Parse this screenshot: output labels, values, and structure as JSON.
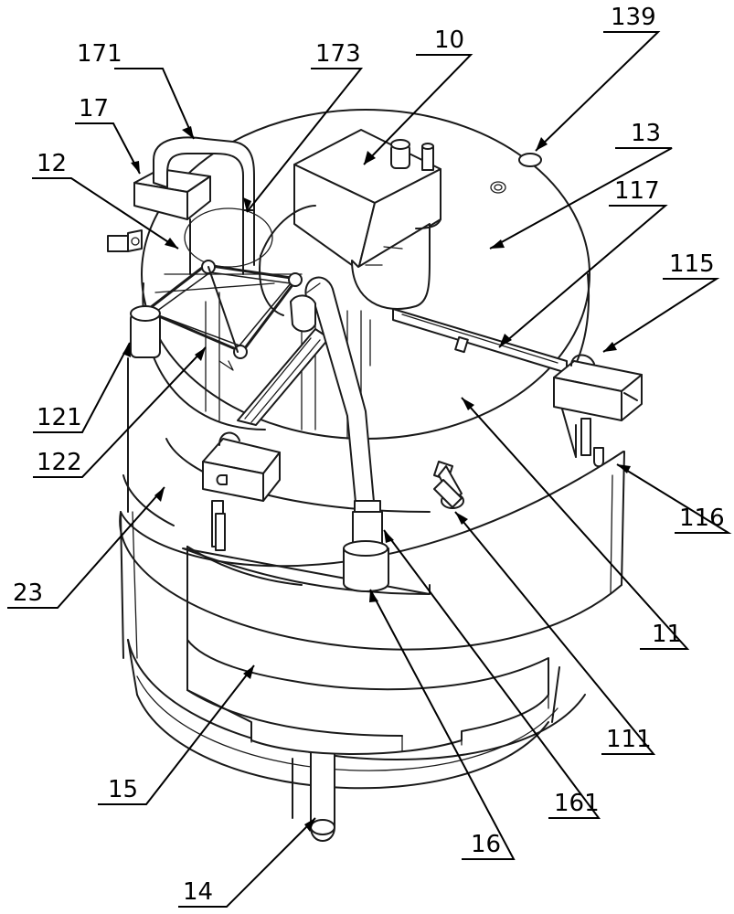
{
  "figure": {
    "line_color": "#1a1a1a",
    "background": "#ffffff",
    "labels": {
      "l10": "10",
      "l11": "11",
      "l12": "12",
      "l13": "13",
      "l14": "14",
      "l15": "15",
      "l16": "16",
      "l17": "17",
      "l23": "23",
      "l111": "111",
      "l115": "115",
      "l116": "116",
      "l117": "117",
      "l121": "121",
      "l122": "122",
      "l139": "139",
      "l161": "161",
      "l171": "171",
      "l173": "173"
    }
  }
}
